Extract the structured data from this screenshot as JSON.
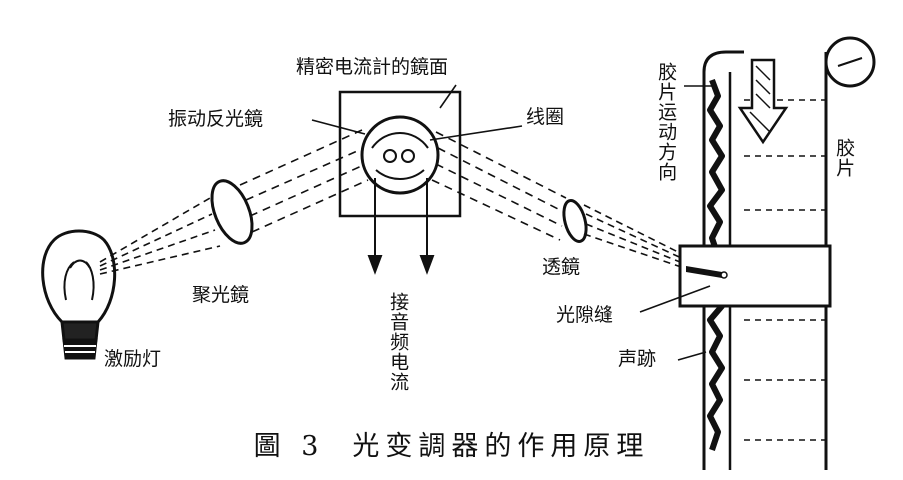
{
  "labels": {
    "galvanometer_mirror": "精密电流計的鏡面",
    "vibrating_mirror": "振动反光鏡",
    "coil": "线圈",
    "condenser_lens": "聚光鏡",
    "exciter_lamp": "激励灯",
    "audio_current": "接音频电流",
    "lens": "透鏡",
    "light_slit": "光隙缝",
    "sound_track": "声跡",
    "film_motion_direction": "胶片运动方向",
    "film": "胶片"
  },
  "caption": {
    "figure_no": "圖 3",
    "title": "光变調器的作用原理"
  }
}
